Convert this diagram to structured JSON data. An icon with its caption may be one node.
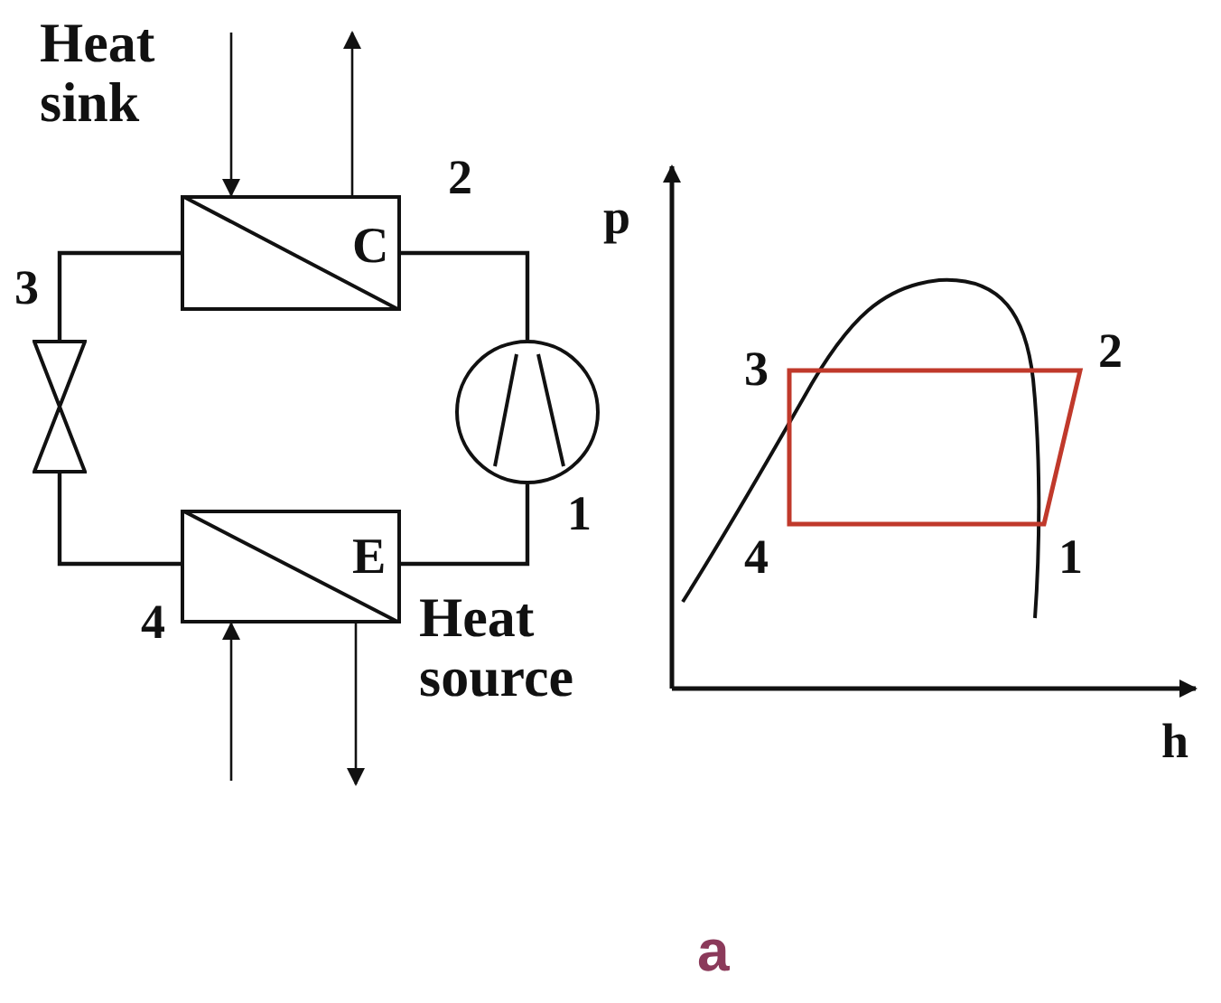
{
  "diagram": {
    "nodes": [
      {
        "text": [
          "C"
        ]
      },
      {
        "text": [],
        "shape": "valve"
      },
      {
        "text": [],
        "shape": "circle"
      },
      {
        "text": [
          "E"
        ]
      }
    ],
    "edges": [
      {
        "from": 0,
        "to": 2,
        "arrow": "none"
      },
      {
        "from": 2,
        "to": 3,
        "arrow": "none"
      },
      {
        "from": 3,
        "to": 1,
        "arrow": "none"
      },
      {
        "from": 1,
        "to": 0,
        "arrow": "none"
      },
      {
        "from": null,
        "to": 0,
        "arrow": "to"
      },
      {
        "from": 0,
        "to": null,
        "arrow": "to"
      },
      {
        "from": null,
        "to": 3,
        "arrow": "to"
      },
      {
        "from": 3,
        "to": null,
        "arrow": "to"
      }
    ],
    "labels": [
      "Heat sink",
      "2",
      "3",
      "1",
      "4",
      "Heat source",
      "p",
      "3",
      "2",
      "4",
      "1",
      "h",
      "a"
    ]
  }
}
